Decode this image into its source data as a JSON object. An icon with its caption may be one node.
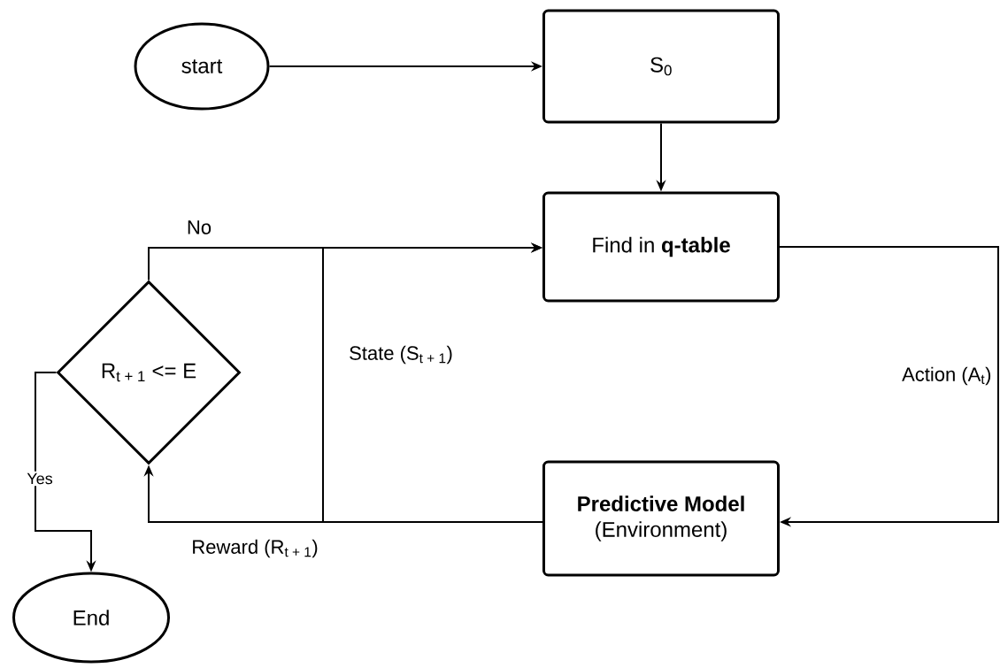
{
  "diagram": {
    "nodes": [
      {
        "text": [
          "start"
        ]
      },
      {
        "text": [
          "S$_{0}$"
        ]
      },
      {
        "text": [
          "Find in **q-table**"
        ]
      },
      {
        "text": [
          "R$_{t + 1}$ <= E"
        ]
      },
      {
        "text": [
          "Predictive Model",
          "(Environment)"
        ]
      },
      {
        "text": [
          "End"
        ]
      }
    ],
    "edges": [
      {
        "from": 0,
        "to": 1,
        "arrow": "to"
      },
      {
        "from": 1,
        "to": 2,
        "arrow": "to"
      },
      {
        "from": 2,
        "to": 4,
        "arrow": "to",
        "label": "Action (A$_{t}$)"
      },
      {
        "from": 4,
        "to": 3,
        "arrow": "to",
        "label": "Reward (R$_{t + 1}$)"
      },
      {
        "from": 4,
        "to": 2,
        "arrow": "to",
        "label": "State (S$_{t + 1}$)"
      },
      {
        "from": 3,
        "to": 2,
        "arrow": "to",
        "label": "No"
      },
      {
        "from": 3,
        "to": 5,
        "arrow": "to",
        "label": "Yes"
      }
    ]
  }
}
